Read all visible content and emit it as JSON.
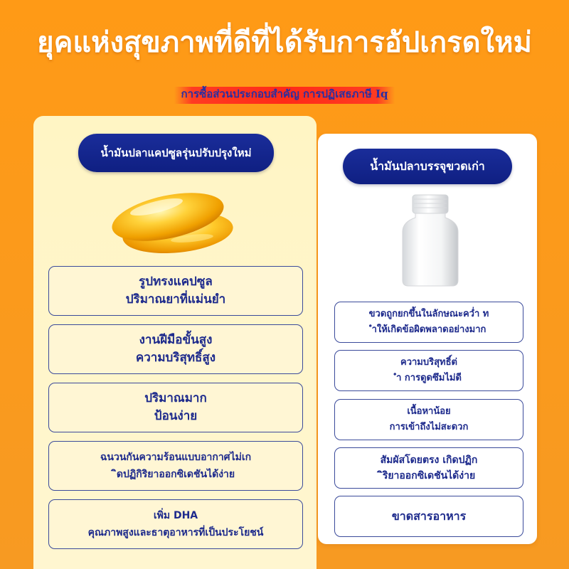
{
  "headline": "ยุคแห่งสุขภาพที่ดีที่ได้รับการอัปเกรดใหม่",
  "subline": "การซื้อส่วนประกอบสำคัญ การปฏิเสธภาษี Iq",
  "colors": {
    "background": "#fb9a1c",
    "accent_blue": "#0f1f82",
    "highlight_red": "#ff2a18",
    "left_panel": "#fff5c4",
    "right_panel": "#ffffff"
  },
  "left": {
    "title": "น้ำมันปลาแคปซูลรุ่นปรับปรุงใหม่",
    "image": "golden-softgel-capsules-icon",
    "items": [
      {
        "line1": "รูปทรงแคปซูล",
        "line2": "ปริมาณยาที่แม่นยำ"
      },
      {
        "line1": "งานฝีมือขั้นสูง",
        "line2": "ความบริสุทธิ์สูง"
      },
      {
        "line1": "ปริมาณมาก",
        "line2": "ป้อนง่าย"
      },
      {
        "line1": "ฉนวนกันความร้อนแบบอากาศไม่เก",
        "line2": "ิดปฏิกิริยาออกซิเดชันได้ง่าย"
      },
      {
        "line1": "เพิ่ม DHA",
        "line2": "คุณภาพสูงและธาตุอาหารที่เป็นประโยชน์"
      }
    ]
  },
  "right": {
    "title": "น้ำมันปลาบรรจุขวดเก่า",
    "image": "white-bottle-icon",
    "items": [
      {
        "line1": "ขวดถูกยกขึ้นในลักษณะคว่ำ ท",
        "line2": "ำให้เกิดข้อผิดพลาดอย่างมาก"
      },
      {
        "line1": "ความบริสุทธิ์ต่",
        "line2": "ำ การดูดซึมไม่ดี"
      },
      {
        "line1": "เนื้อหาน้อย",
        "line2": "การเข้าถึงไม่สะดวก"
      },
      {
        "line1": "สัมผัสโดยตรง เกิดปฏิก",
        "line2": "ิริยาออกซิเดชันได้ง่าย"
      },
      {
        "line1": "ขาดสารอาหาร",
        "line2": ""
      }
    ]
  }
}
